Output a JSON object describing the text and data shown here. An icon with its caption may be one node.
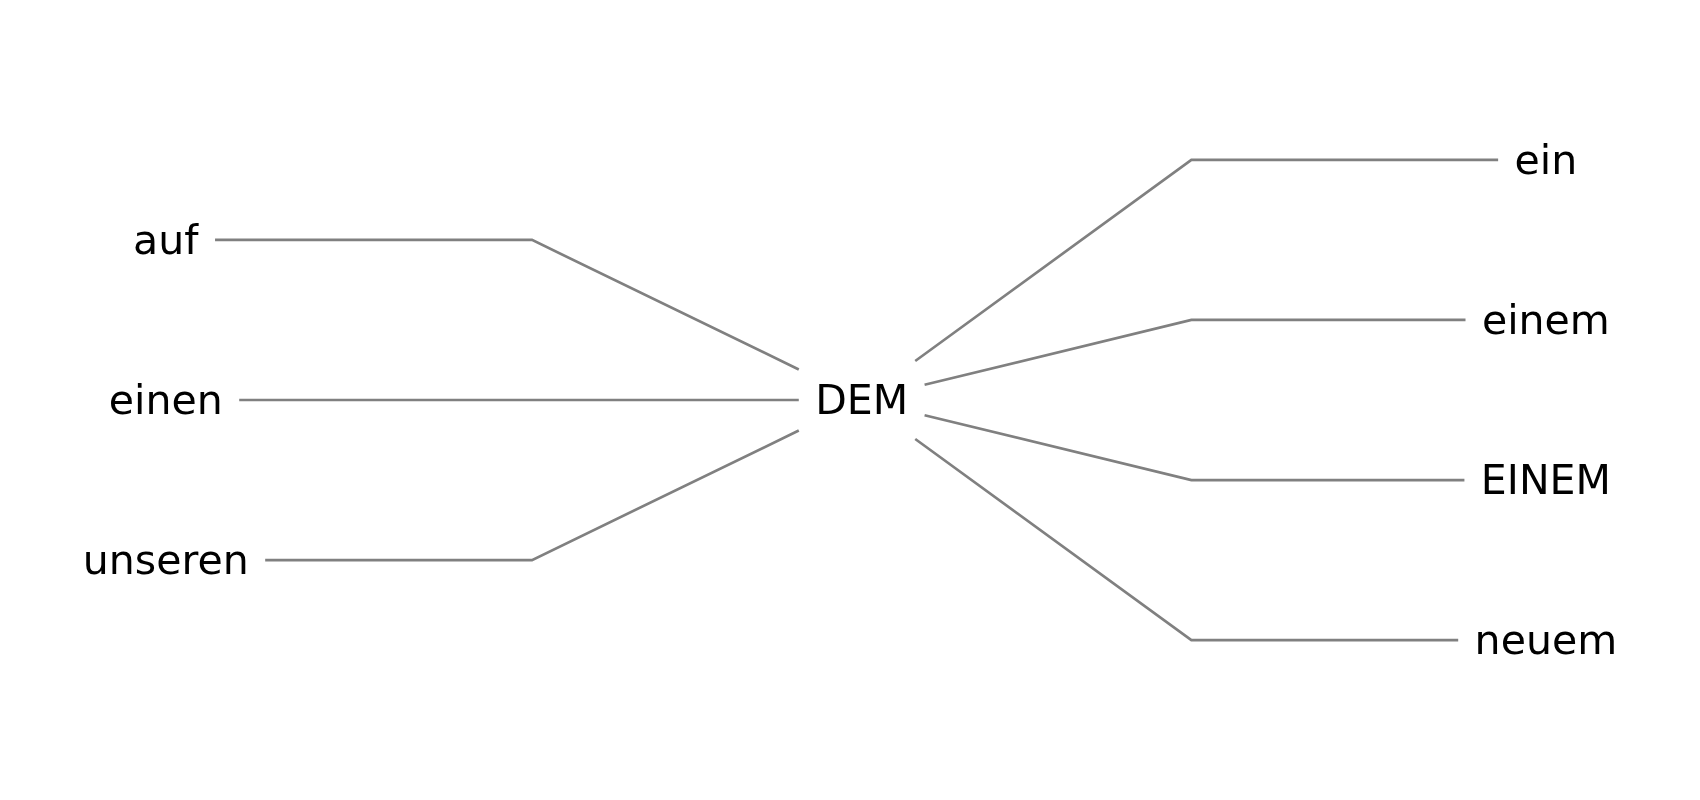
{
  "diagram": {
    "nodes": [
      {
        "text": [
          "ein"
        ]
      },
      {
        "text": [
          "auf"
        ]
      },
      {
        "text": [
          "einem"
        ]
      },
      {
        "text": [
          "unseren"
        ]
      },
      {
        "text": [
          "DEM"
        ]
      },
      {
        "text": [
          "EINEM"
        ]
      },
      {
        "text": [
          "einen"
        ]
      },
      {
        "text": [
          "neuem"
        ]
      }
    ],
    "edges": [
      {
        "from": 1,
        "to": 4,
        "arrow": "none"
      },
      {
        "from": 4,
        "to": 0,
        "arrow": "none"
      },
      {
        "from": 4,
        "to": 2,
        "arrow": "none"
      },
      {
        "from": 4,
        "to": 5,
        "arrow": "none"
      },
      {
        "from": 4,
        "to": 7,
        "arrow": "none"
      },
      {
        "from": 6,
        "to": 4,
        "arrow": "none"
      },
      {
        "from": 3,
        "to": 4,
        "arrow": "none"
      }
    ]
  }
}
